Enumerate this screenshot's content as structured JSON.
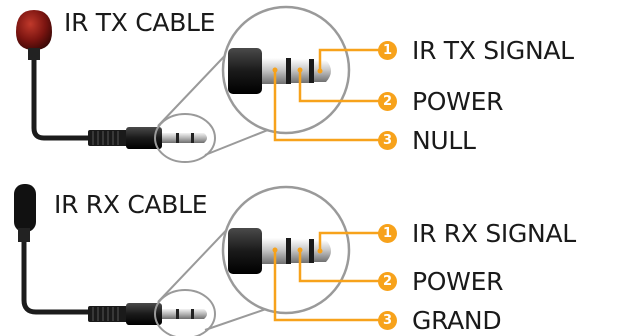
{
  "cables": [
    {
      "title": "IR TX CABLE",
      "pins": [
        {
          "num": "1",
          "label": "IR TX SIGNAL"
        },
        {
          "num": "2",
          "label": "POWER"
        },
        {
          "num": "3",
          "label": "NULL"
        }
      ]
    },
    {
      "title": "IR RX CABLE",
      "pins": [
        {
          "num": "1",
          "label": "IR RX SIGNAL"
        },
        {
          "num": "2",
          "label": "POWER"
        },
        {
          "num": "3",
          "label": "GRAND"
        }
      ]
    }
  ],
  "colors": {
    "accent": "#f7a21b",
    "tx_head": "#8b1a12",
    "rx_head": "#111111",
    "callout": "#9a9a9a"
  }
}
